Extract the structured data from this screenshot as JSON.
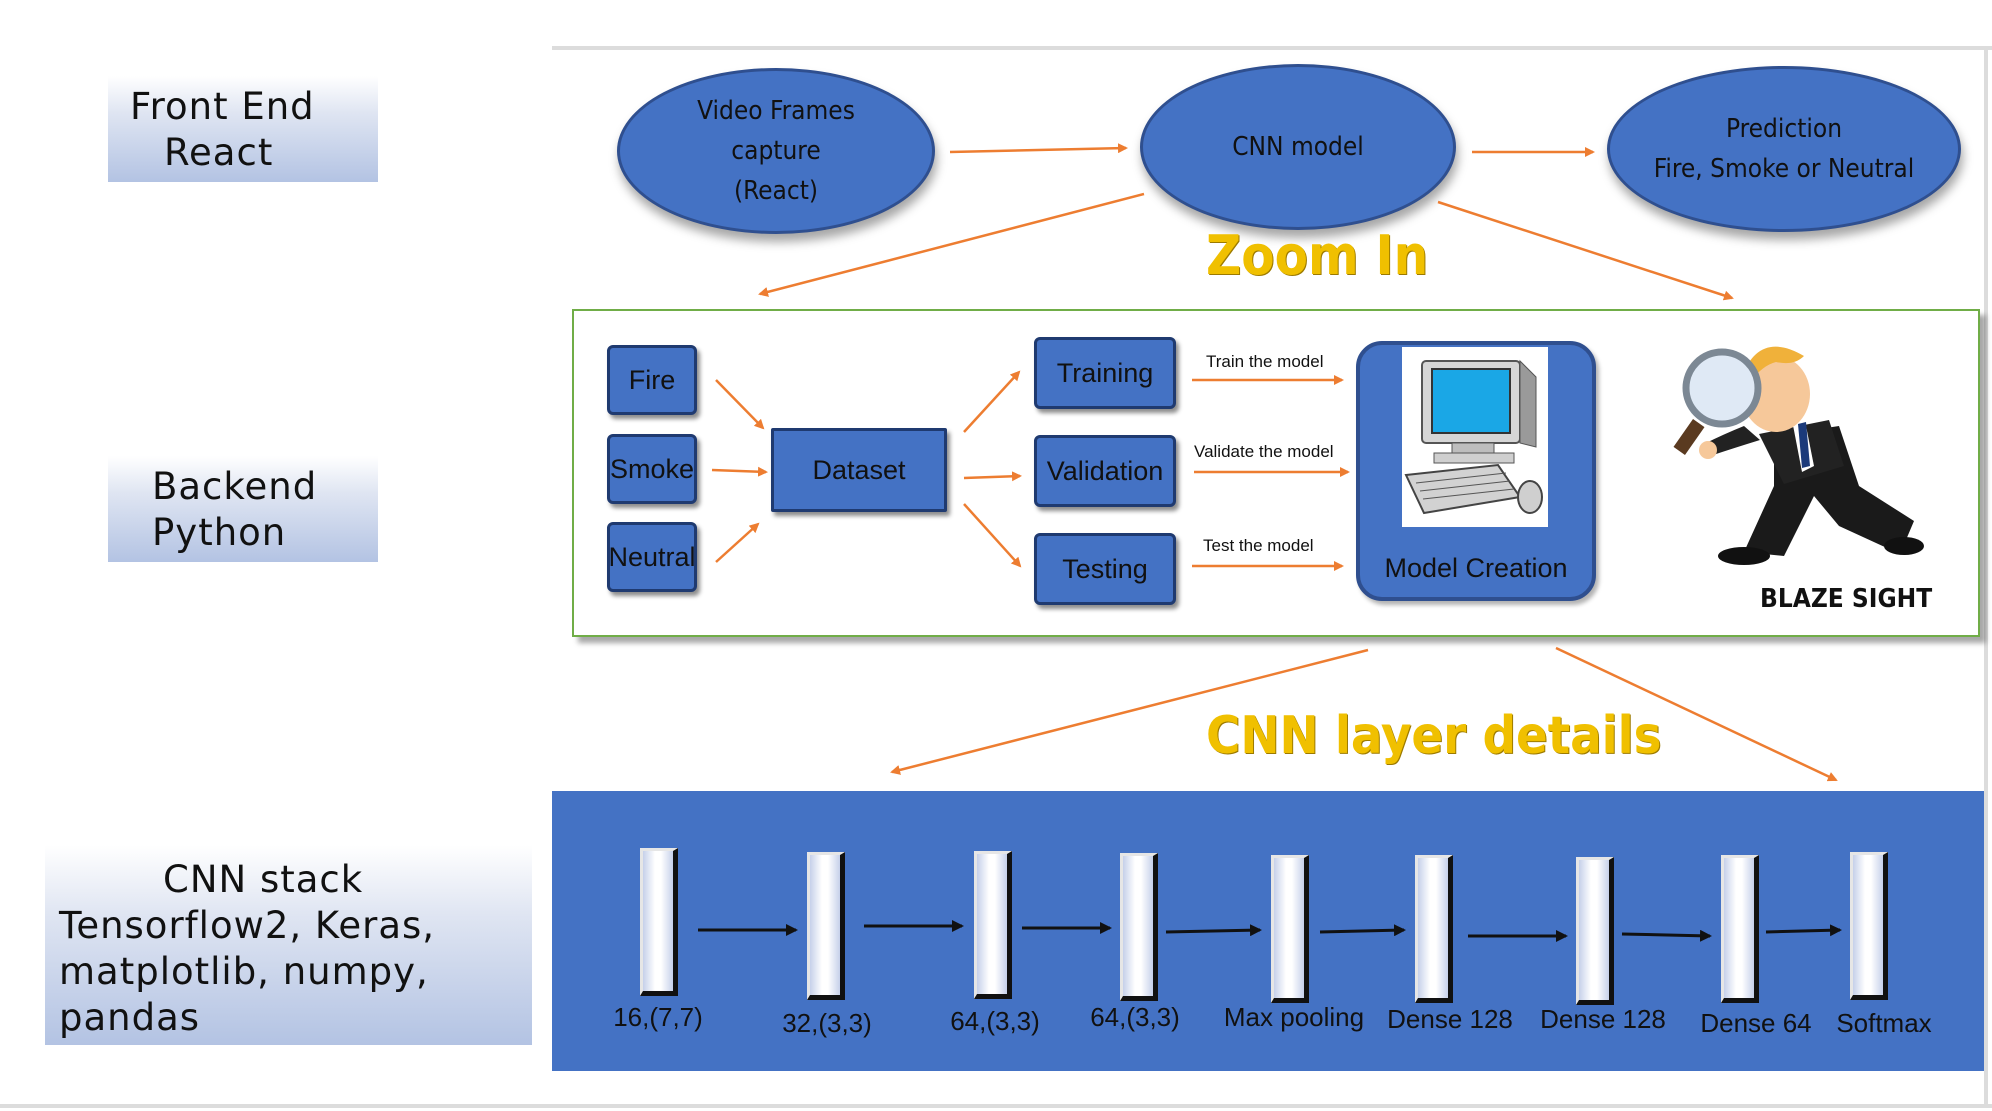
{
  "side_labels": {
    "frontend": {
      "line1": "Front End",
      "line2": "React"
    },
    "backend": {
      "line1": "Backend",
      "line2": "Python"
    },
    "cnn_stack": {
      "line1": "CNN stack",
      "line2": "Tensorflow2, Keras,",
      "line3": "matplotlib, numpy,",
      "line4": "pandas"
    }
  },
  "top_flow": {
    "video": {
      "line1": "Video Frames",
      "line2": "capture",
      "line3": "(React)"
    },
    "cnn_model": "CNN model",
    "prediction": {
      "line1": "Prediction",
      "line2": "Fire, Smoke or Neutral"
    }
  },
  "zoom_in": "Zoom In",
  "backend_panel": {
    "inputs": [
      "Fire",
      "Smoke",
      "Neutral"
    ],
    "dataset": "Dataset",
    "splits": [
      "Training",
      "Validation",
      "Testing"
    ],
    "split_actions": [
      "Train the model",
      "Validate the model",
      "Test the model"
    ],
    "model_creation": "Model Creation",
    "brand": "BLAZE SIGHT"
  },
  "cnn_layer_title": "CNN layer details",
  "layers": [
    "16,(7,7)",
    "32,(3,3)",
    "64,(3,3)",
    "64,(3,3)",
    "Max pooling",
    "Dense 128",
    "Dense 128",
    "Dense 64",
    "Softmax"
  ],
  "colors": {
    "accent_blue": "#4472c4",
    "arrow_orange": "#ed7d31",
    "title_yellow": "#f0c000"
  },
  "icons": [
    "computer-icon",
    "detective-icon"
  ]
}
